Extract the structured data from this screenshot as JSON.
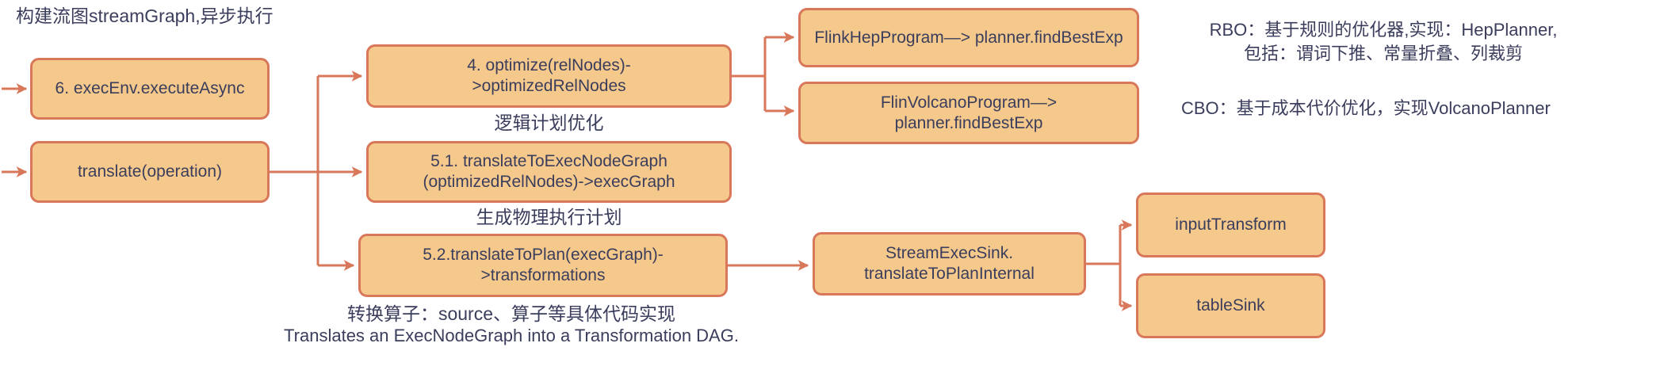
{
  "colors": {
    "box_fill": "#F5C98C",
    "box_border": "#D9775A",
    "connector": "#D9775A",
    "text": "#3A3D5C"
  },
  "labels": {
    "top": "构建流图streamGraph,异步执行",
    "logical_opt": "逻辑计划优化",
    "physical_plan": "生成物理执行计划",
    "transform_cn": "转换算子：source、算子等具体代码实现",
    "transform_en": "Translates an ExecNodeGraph into a Transformation DAG.",
    "rbo_line1": "RBO：基于规则的优化器,实现：HepPlanner,",
    "rbo_line2": "包括：谓词下推、常量折叠、列裁剪",
    "cbo": "CBO：基于成本代价优化，实现VolcanoPlanner"
  },
  "nodes": {
    "exec_async": {
      "line1": "6. execEnv.executeAsync"
    },
    "translate": {
      "line1": "translate(operation)"
    },
    "optimize": {
      "line1": "4. optimize(relNodes)-",
      "line2": ">optimizedRelNodes"
    },
    "to_exec_node_graph": {
      "line1": "5.1. translateToExecNodeGraph",
      "line2": "(optimizedRelNodes)->execGraph"
    },
    "to_plan": {
      "line1": "5.2.translateToPlan(execGraph)-",
      "line2": ">transformations"
    },
    "hep_program": {
      "line1": "FlinkHepProgram—> planner.findBestExp"
    },
    "volcano_program": {
      "line1": "FlinVolcanoProgram—>",
      "line2": "planner.findBestExp"
    },
    "stream_exec_sink": {
      "line1": "StreamExecSink.",
      "line2": "translateToPlanInternal"
    },
    "input_transform": {
      "line1": "inputTransform"
    },
    "table_sink": {
      "line1": "tableSink"
    }
  }
}
